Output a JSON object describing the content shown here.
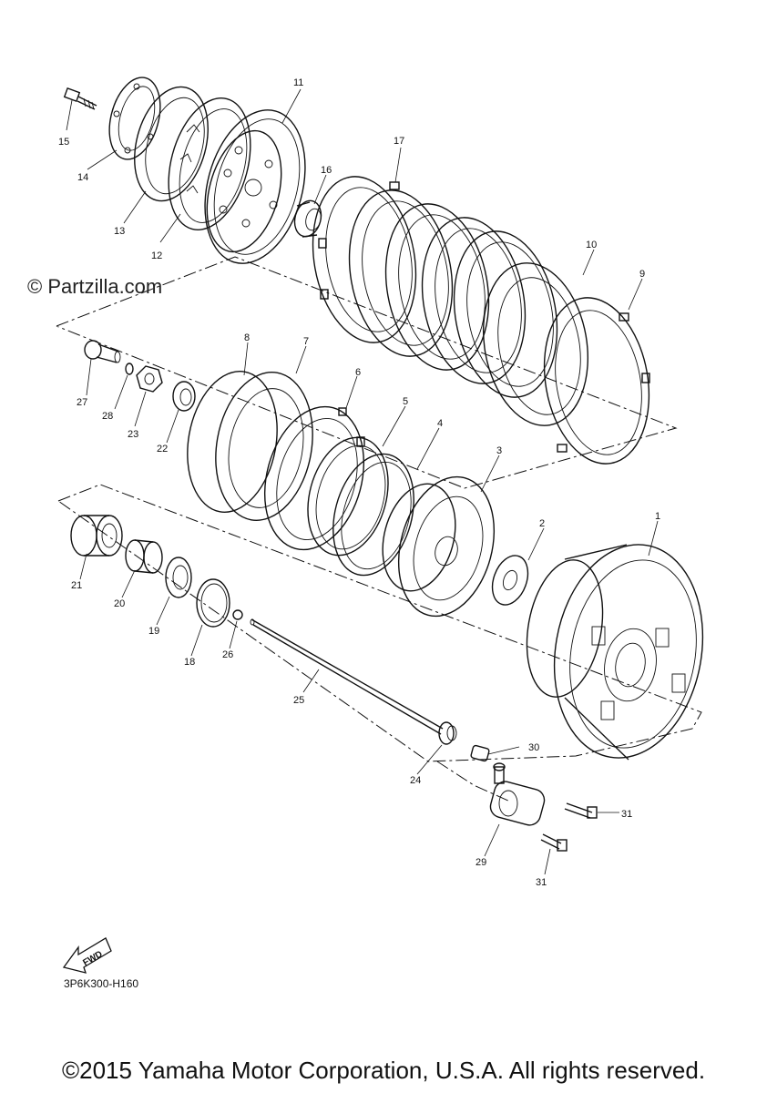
{
  "watermark": "© Partzilla.com",
  "diagram_code": "3P6K300-H160",
  "copyright": "©2015 Yamaha Motor Corporation, U.S.A. All rights reserved.",
  "fwd_label": "FWD",
  "callouts": {
    "c1": "1",
    "c2": "2",
    "c3": "3",
    "c4": "4",
    "c5": "5",
    "c6": "6",
    "c7": "7",
    "c8": "8",
    "c9": "9",
    "c10": "10",
    "c11": "11",
    "c12": "12",
    "c13": "13",
    "c14": "14",
    "c15": "15",
    "c16": "16",
    "c17": "17",
    "c18": "18",
    "c19": "19",
    "c20": "20",
    "c21": "21",
    "c22": "22",
    "c23": "23",
    "c24": "24",
    "c25": "25",
    "c26": "26",
    "c27": "27",
    "c28": "28",
    "c29": "29",
    "c30": "30",
    "c31a": "31",
    "c31b": "31"
  },
  "icons": {
    "fwd": "fwd-arrow-icon"
  }
}
